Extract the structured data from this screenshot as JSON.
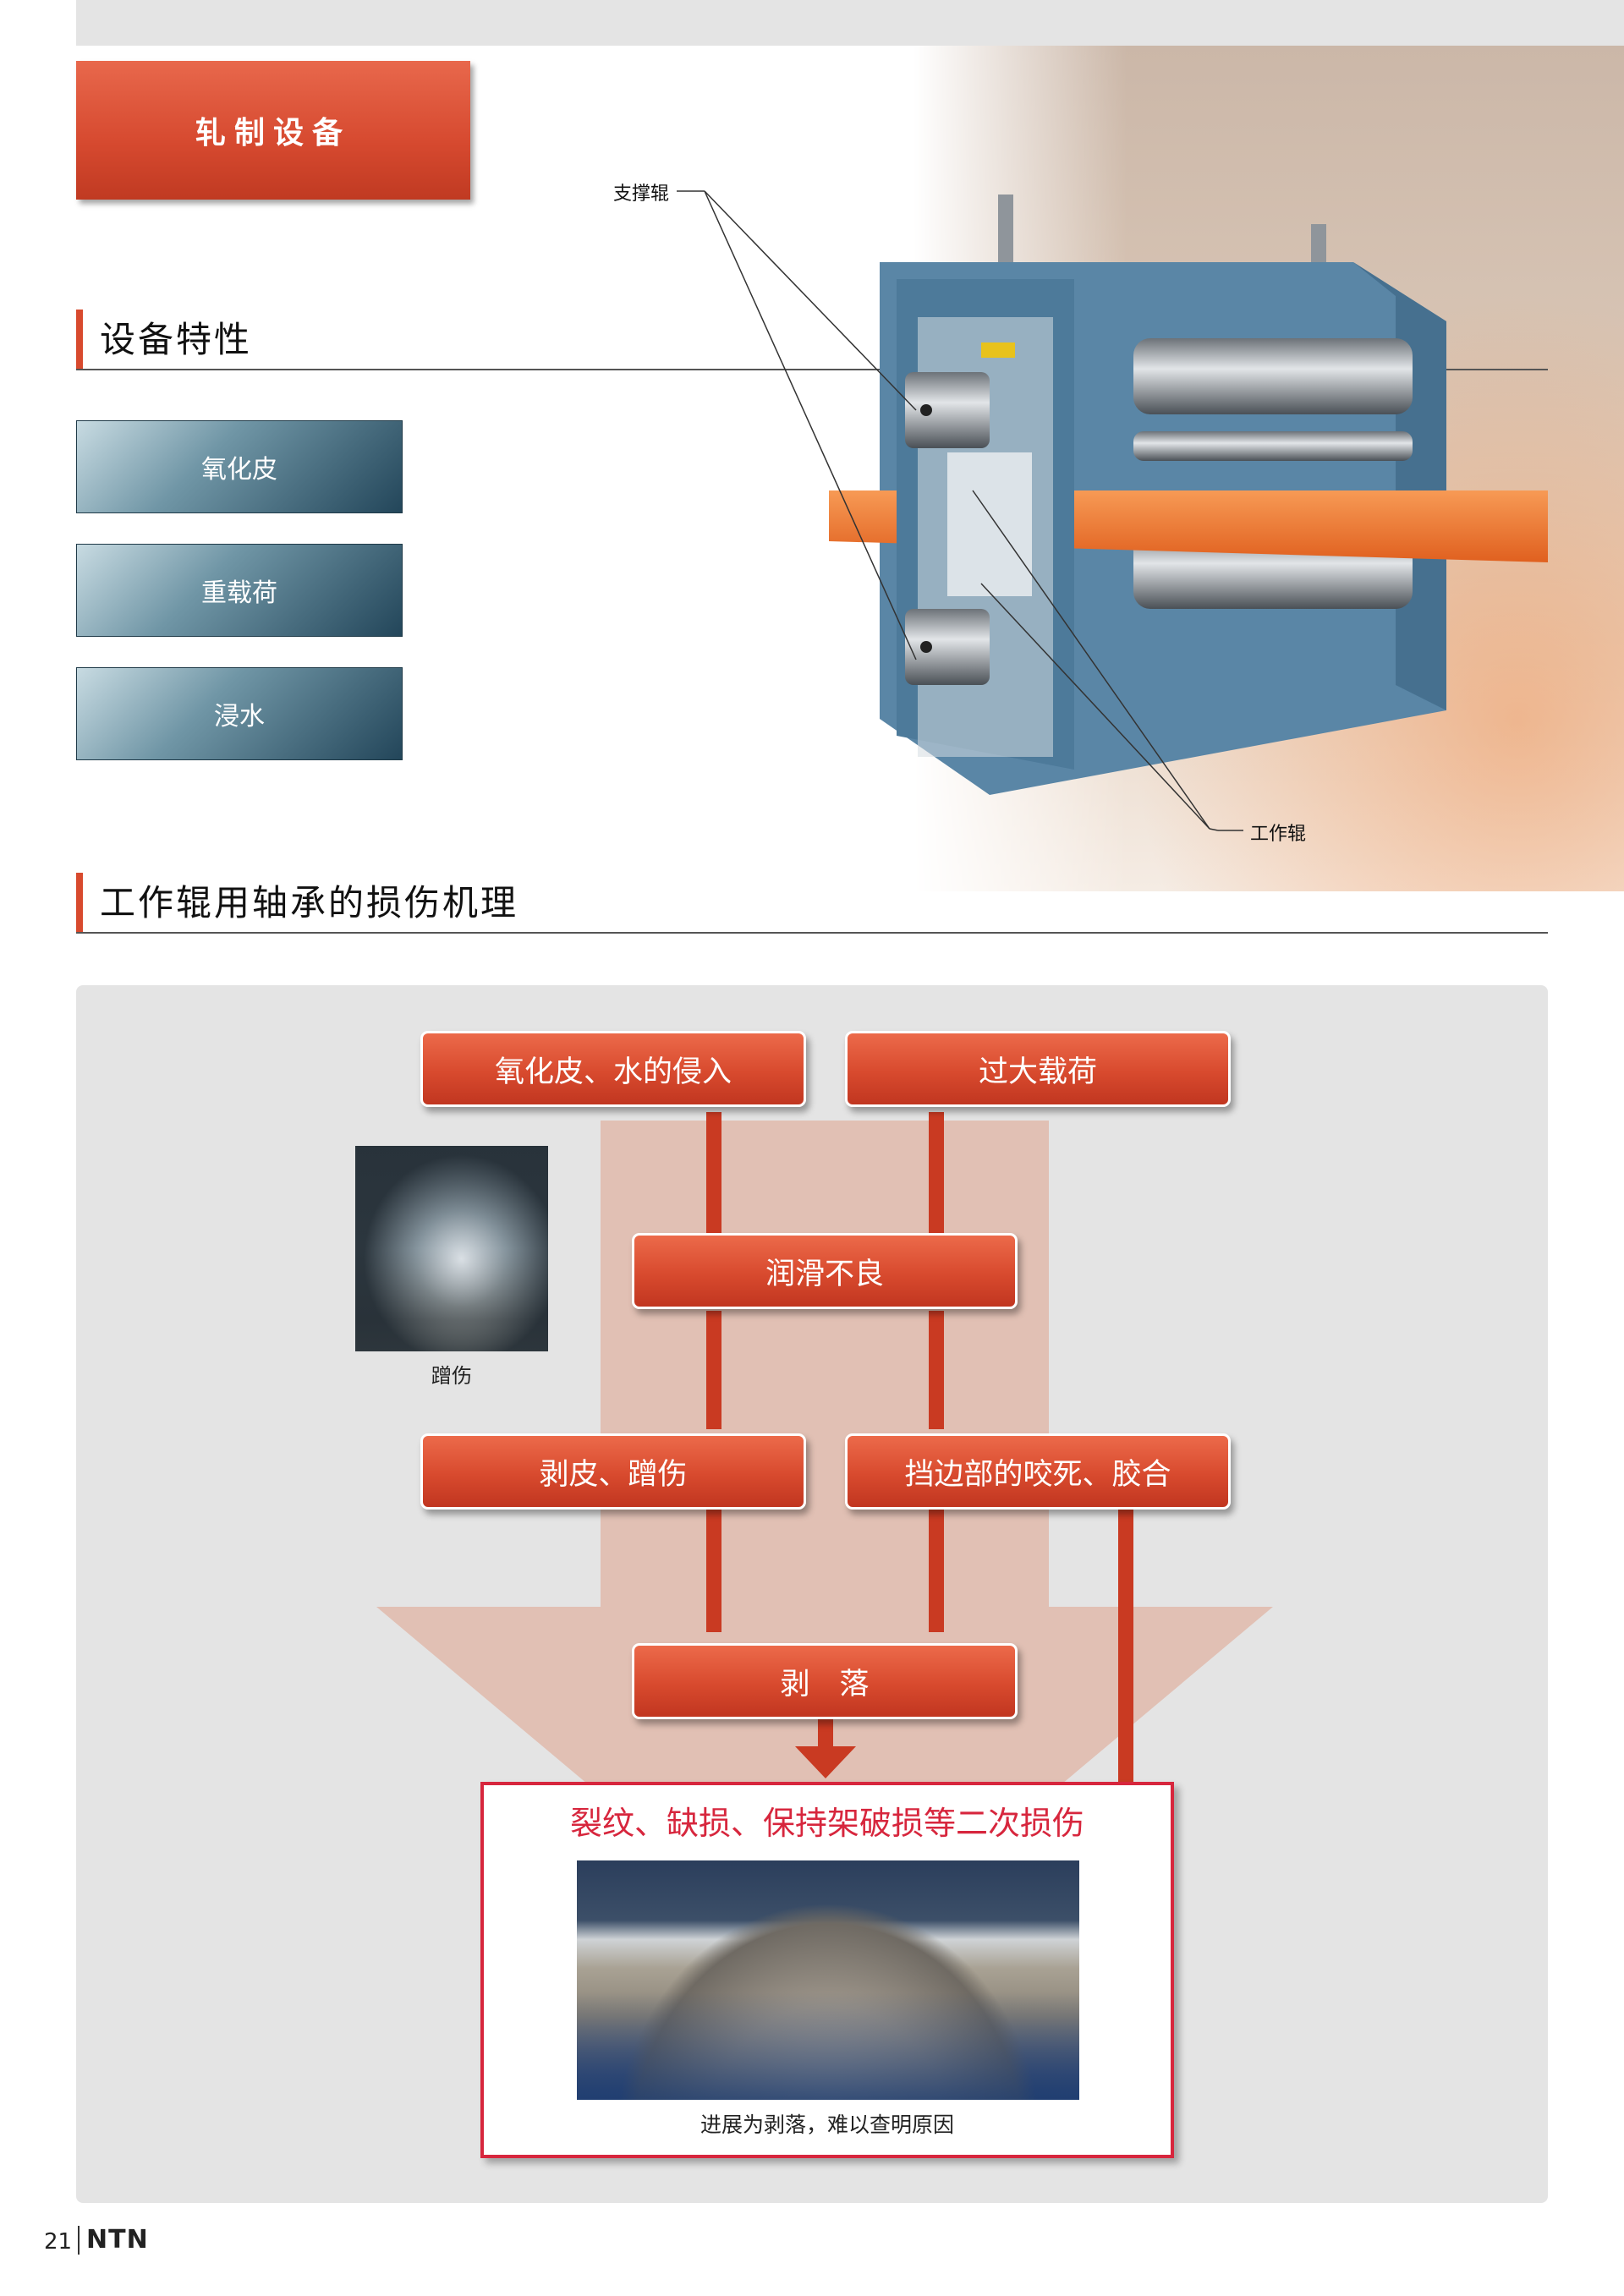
{
  "header": {
    "title": "轧制设备"
  },
  "sections": {
    "features_title": "设备特性",
    "mechanism_title": "工作辊用轴承的损伤机理"
  },
  "features": [
    "氧化皮",
    "重载荷",
    "浸水"
  ],
  "callouts": {
    "backup_roll": "支撑辊",
    "work_roll": "工作辊"
  },
  "flow": {
    "top_left": "氧化皮、水的侵入",
    "top_right": "过大载荷",
    "middle": "润滑不良",
    "left2": "剥皮、蹭伤",
    "right2": "挡边部的咬死、胶合",
    "bottom": "剥　落",
    "result_title": "裂纹、缺损、保持架破损等二次损伤"
  },
  "photo_captions": {
    "small": "蹭伤",
    "large": "进展为剥落，难以查明原因"
  },
  "footer": {
    "page_number": "21",
    "brand": "NTN"
  },
  "colors": {
    "accent_red": "#d84a2e",
    "result_red": "#d7263d",
    "steel_blue": "#5a86a6",
    "slab_orange": "#f07a35"
  }
}
